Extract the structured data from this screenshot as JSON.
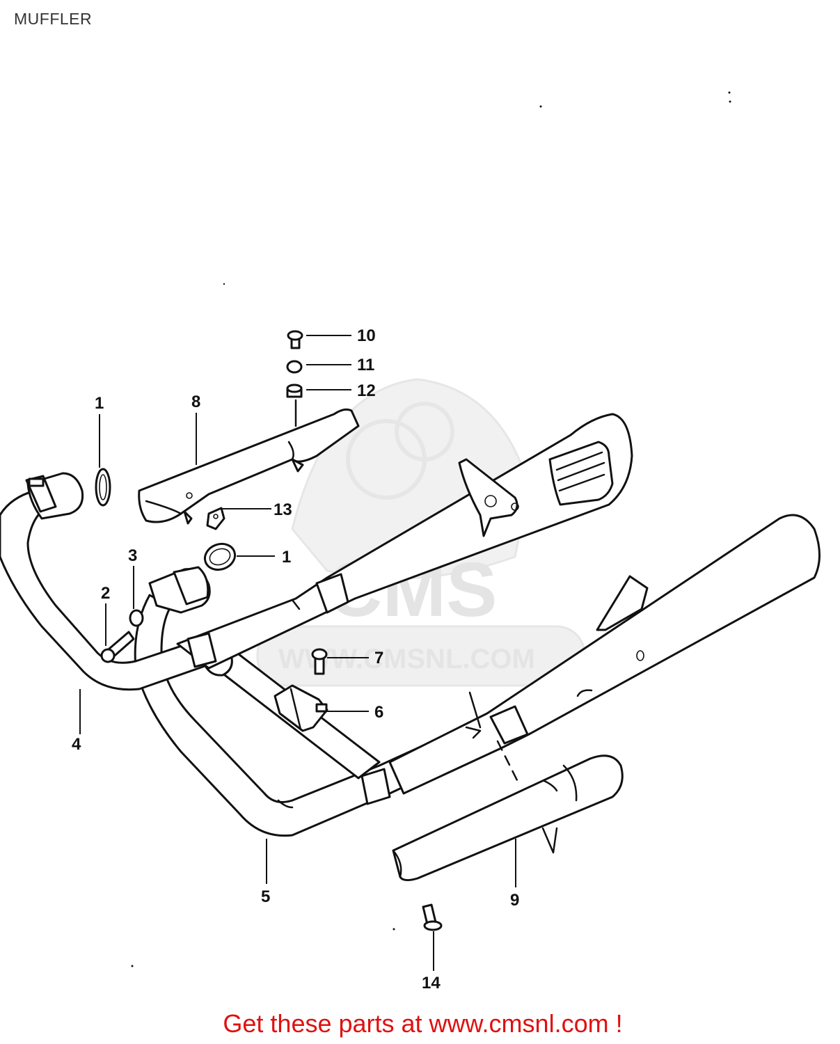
{
  "header": {
    "title": "MUFFLER"
  },
  "watermark": {
    "brand": "CMS",
    "url": "WWW.CMSNL.COM"
  },
  "callouts": [
    "1",
    "8",
    "10",
    "11",
    "12",
    "13",
    "1",
    "3",
    "2",
    "4",
    "7",
    "6",
    "5",
    "9",
    "14"
  ],
  "footer": {
    "text": "Get these parts at www.cmsnl.com !"
  },
  "colors": {
    "footer_text": "#e01010",
    "line_art": "#111111",
    "watermark": "#e4e4e4"
  }
}
